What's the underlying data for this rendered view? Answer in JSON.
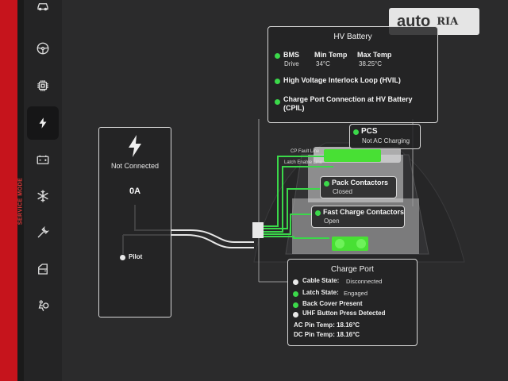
{
  "sidebar": {
    "vertical_label": "SERVICE MODE",
    "items": [
      {
        "icon": "car-icon"
      },
      {
        "icon": "steering-wheel-icon"
      },
      {
        "icon": "chip-icon"
      },
      {
        "icon": "lightning-icon",
        "active": true
      },
      {
        "icon": "battery-icon"
      },
      {
        "icon": "snowflake-icon"
      },
      {
        "icon": "wrench-icon"
      },
      {
        "icon": "door-icon"
      },
      {
        "icon": "airbag-icon"
      }
    ]
  },
  "charger": {
    "status": "Not Connected",
    "current": "0A",
    "pilot_label": "Pilot"
  },
  "hv_battery": {
    "title": "HV Battery",
    "bms_label": "BMS",
    "bms_value": "Drive",
    "min_temp_label": "Min Temp",
    "min_temp_value": "34°C",
    "max_temp_label": "Max Temp",
    "max_temp_value": "38.25°C",
    "hvil_label": "High Voltage Interlock Loop (HVIL)",
    "cpil_line1": "Charge Port Connection at HV Battery",
    "cpil_line2": "(CPIL)"
  },
  "pcs": {
    "label": "PCS",
    "value": "Not AC Charging"
  },
  "lines": {
    "cp_fault": "CP Fault Line",
    "latch_enable": "Latch Enable Line"
  },
  "pack_contactors": {
    "label": "Pack Contactors",
    "value": "Closed"
  },
  "fast_charge_contactors": {
    "label": "Fast Charge Contactors",
    "value": "Open"
  },
  "charge_port": {
    "title": "Charge Port",
    "cable_state_label": "Cable State:",
    "cable_state_value": "Disconnected",
    "latch_state_label": "Latch State:",
    "latch_state_value": "Engaged",
    "back_cover_label": "Back Cover Present",
    "uhf_label": "UHF Button Press Detected",
    "ac_pin_temp": "AC Pin Temp: 18.16°C",
    "dc_pin_temp": "DC Pin Temp: 18.16°C"
  },
  "watermark": {
    "brand": "auto",
    "ria": "RIA"
  },
  "colors": {
    "accent_green": "#3bd84a",
    "service_red": "#c6141c",
    "background": "#2b2b2c"
  }
}
